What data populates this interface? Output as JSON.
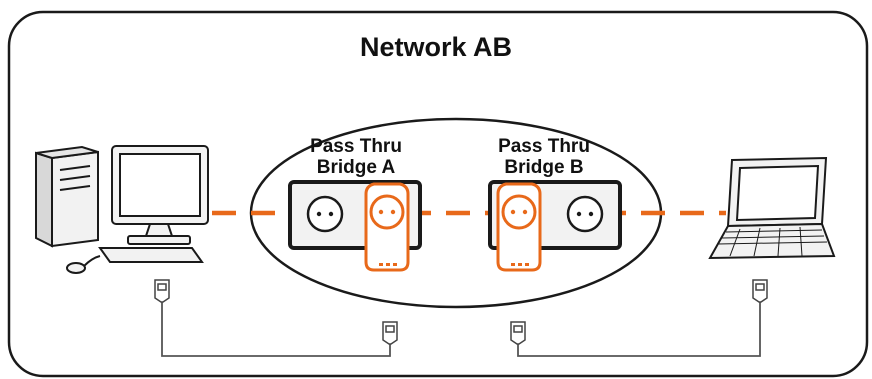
{
  "diagram": {
    "title": "Network AB",
    "bridge_a": {
      "line1": "Pass Thru",
      "line2": "Bridge A"
    },
    "bridge_b": {
      "line1": "Pass Thru",
      "line2": "Bridge B"
    }
  },
  "colors": {
    "accent": "#E8691A",
    "outline": "#1a1a1a",
    "panel": "#f2f2f2",
    "socket_white": "#ffffff"
  },
  "icons": [
    "desktop-computer-icon",
    "laptop-icon",
    "power-socket-icon",
    "powerline-adapter-icon",
    "ethernet-plug-icon"
  ]
}
